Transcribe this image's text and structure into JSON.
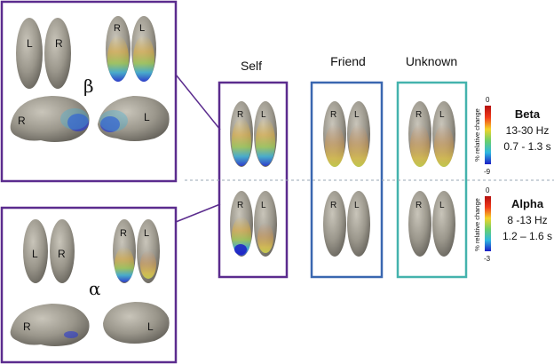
{
  "conditions": {
    "self": "Self",
    "friend": "Friend",
    "unknown": "Unknown"
  },
  "hemi_labels": {
    "L": "L",
    "R": "R"
  },
  "insets": {
    "beta_symbol": "β",
    "alpha_symbol": "α"
  },
  "bands": {
    "beta": {
      "name": "Beta",
      "freq": "13-30 Hz",
      "time": "0.7 - 1.3 s",
      "scale_max": "0",
      "scale_min": "-9",
      "scale_label": "% relative change"
    },
    "alpha": {
      "name": "Alpha",
      "freq": "8 -13 Hz",
      "time": "1.2 – 1.6 s",
      "scale_max": "0",
      "scale_min": "-3",
      "scale_label": "% relative change"
    }
  },
  "colors": {
    "self_frame": "#5b2c8e",
    "friend_frame": "#3a67b0",
    "unknown_frame": "#44b3ad",
    "inset_frame": "#5b2c8e",
    "separator": "#9aa7b5"
  }
}
